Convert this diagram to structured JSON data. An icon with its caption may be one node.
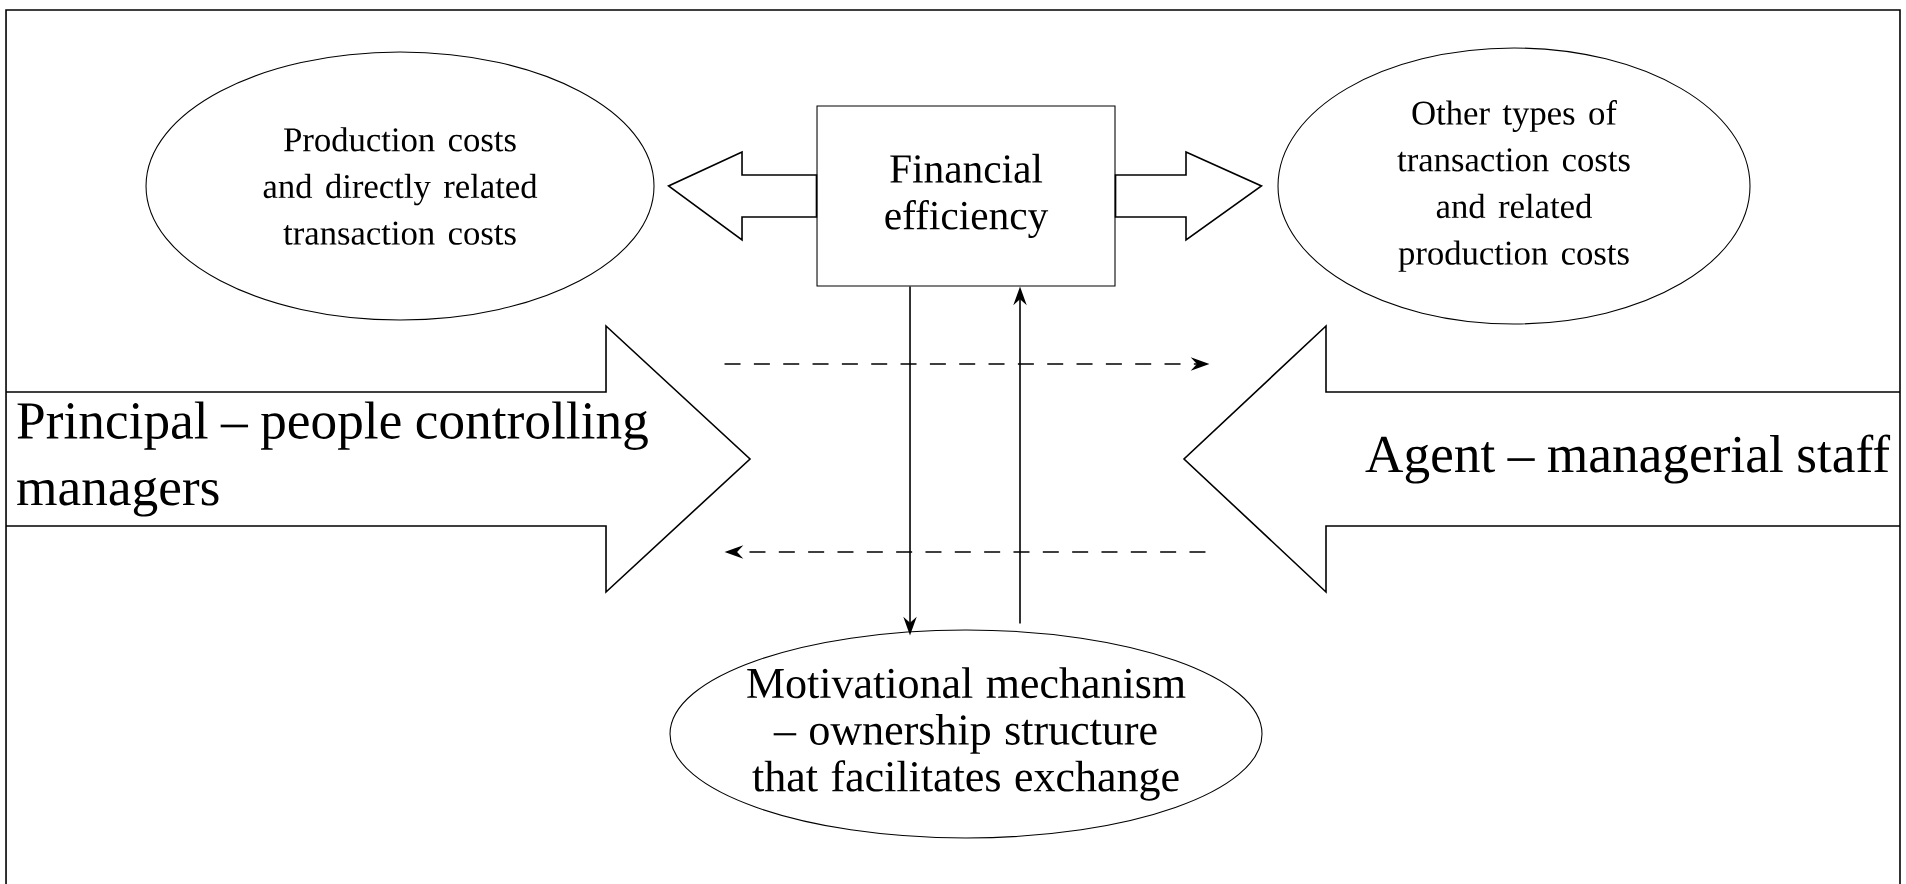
{
  "diagram": {
    "nodes": [
      {
        "text": [
          "Production costs and directly related transaction costs"
        ]
      },
      {
        "text": [
          "Financial efficiency"
        ]
      },
      {
        "text": [
          "Other types of transaction costs and related production costs"
        ]
      },
      {
        "text": [
          "Principal – people controlling managers"
        ]
      },
      {
        "text": [
          "Agent – managerial staff"
        ]
      },
      {
        "text": [
          "Motivational mechanism – ownership structure that facilitates exchange"
        ]
      }
    ],
    "edges": [
      {
        "from": 1,
        "to": 0,
        "arrow": "to"
      },
      {
        "from": 1,
        "to": 2,
        "arrow": "to"
      },
      {
        "from": 3,
        "to": 4,
        "arrow": "to",
        "style": "dashed"
      },
      {
        "from": 4,
        "to": 3,
        "arrow": "to",
        "style": "dashed"
      },
      {
        "from": 1,
        "to": 5,
        "arrow": "to"
      },
      {
        "from": 5,
        "to": 1,
        "arrow": "to"
      }
    ]
  }
}
